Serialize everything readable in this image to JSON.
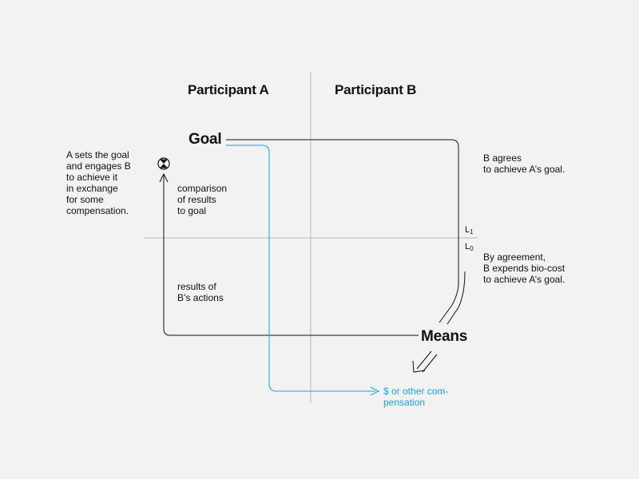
{
  "headers": {
    "a": "Participant A",
    "b": "Participant B"
  },
  "labels": {
    "goal": "Goal",
    "means": "Means",
    "a_sets": "A sets the goal\nand engages B\nto achieve it\nin exchange\nfor some\ncompensation.",
    "b_agrees": "B agrees\nto achieve A’s goal.",
    "comparison": "comparison\nof results\nto goal",
    "results": "results of\nB’s actions",
    "by_agreement": "By agreement,\nB expends bio-cost\nto achieve A’s goal.",
    "compensation": "$ or other com-\npensation",
    "l1_letter": "L",
    "l1_sub": "1",
    "l0_letter": "L",
    "l0_sub": "0"
  },
  "icons": {
    "comparator": "hourglass-comparator-icon"
  },
  "colors": {
    "line": "#111111",
    "accent": "#1aa3d9",
    "axis": "#b8b8b8",
    "background": "#f2f2f2"
  }
}
